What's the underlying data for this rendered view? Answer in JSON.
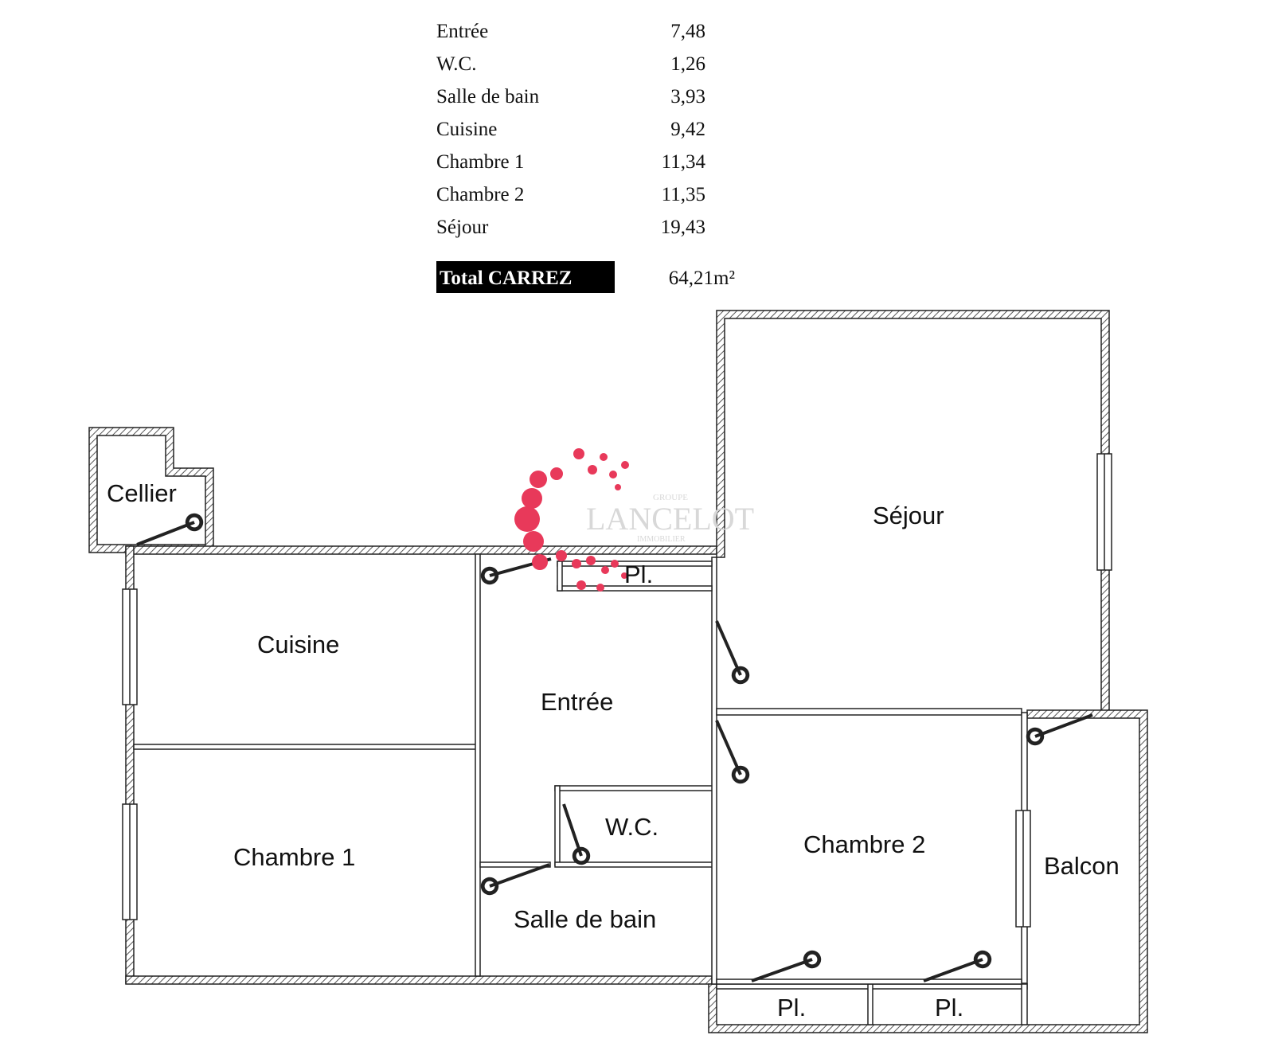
{
  "surface_table": {
    "rows": [
      {
        "label": "Entrée",
        "value": "7,48"
      },
      {
        "label": "W.C.",
        "value": "1,26"
      },
      {
        "label": "Salle de bain",
        "value": "3,93"
      },
      {
        "label": "Cuisine",
        "value": "9,42"
      },
      {
        "label": "Chambre 1",
        "value": "11,34"
      },
      {
        "label": "Chambre 2",
        "value": "11,35"
      },
      {
        "label": "Séjour",
        "value": "19,43"
      }
    ],
    "total_label": "Total CARREZ",
    "total_value": "64,21m²"
  },
  "rooms": {
    "cellier": "Cellier",
    "cuisine": "Cuisine",
    "entree": "Entrée",
    "sejour": "Séjour",
    "wc": "W.C.",
    "chambre1": "Chambre 1",
    "chambre2": "Chambre 2",
    "salle_de_bain": "Salle de bain",
    "balcon": "Balcon",
    "placard_entree": "Pl.",
    "placard_chambre2_left": "Pl.",
    "placard_chambre2_right": "Pl."
  },
  "watermark": {
    "brand": "LANCELOT",
    "top_text": "GROUPE",
    "bottom_text": "IMMOBILIER",
    "color": "#e8395a"
  },
  "colors": {
    "wall": "#222222",
    "hatch": "#555555"
  }
}
